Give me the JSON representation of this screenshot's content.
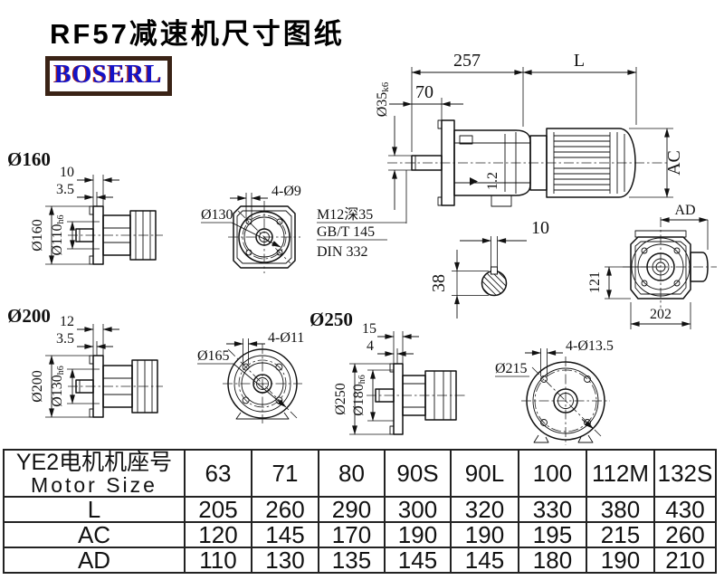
{
  "title": "RF57减速机尺寸图纸",
  "logo": "BOSERL",
  "drawing": {
    "side_view": {
      "dim_257": "257",
      "dim_L": "L",
      "dim_70": "70",
      "shaft_d": "Ø35",
      "shaft_fit": "k6",
      "dim_AC": "AC",
      "plug": "1.2"
    },
    "thread_note": {
      "line1": "M12深35",
      "line2": "GB/T 145",
      "line3": "DIN 332"
    },
    "key_section": {
      "dim_width": "10",
      "dim_dia": "38"
    },
    "rear_view": {
      "dim_AD": "AD",
      "dim_121": "121",
      "dim_202": "202"
    },
    "flange160": {
      "label": "Ø160",
      "dim_thk": "10",
      "dim_step": "3.5",
      "dim_od": "Ø160",
      "hub_d": "Ø110",
      "hub_fit": "h6"
    },
    "bolt130": {
      "dim_holes": "4-Ø9",
      "dim_bc": "Ø130"
    },
    "flange200": {
      "label": "Ø200",
      "dim_thk": "12",
      "dim_step": "3.5",
      "dim_od": "Ø200",
      "hub_d": "Ø130",
      "hub_fit": "h6"
    },
    "flange250": {
      "label": "Ø250",
      "dim_holes": "4-Ø11",
      "dim_bc": "Ø165",
      "dim_thk": "15",
      "dim_step": "4",
      "dim_od": "Ø250",
      "hub_d": "Ø180",
      "hub_fit": "h6"
    },
    "flange215": {
      "dim_holes": "4-Ø13.5",
      "dim_od": "Ø215"
    }
  },
  "table": {
    "header": {
      "cn": "YE2电机机座号",
      "en": "Motor Size"
    },
    "columns": [
      "63",
      "71",
      "80",
      "90S",
      "90L",
      "100",
      "112M",
      "132S"
    ],
    "rows": [
      {
        "label": "L",
        "values": [
          "205",
          "260",
          "290",
          "300",
          "320",
          "330",
          "380",
          "430"
        ]
      },
      {
        "label": "AC",
        "values": [
          "120",
          "145",
          "170",
          "190",
          "190",
          "195",
          "215",
          "260"
        ]
      },
      {
        "label": "AD",
        "values": [
          "110",
          "130",
          "135",
          "145",
          "145",
          "180",
          "190",
          "210"
        ]
      }
    ]
  }
}
